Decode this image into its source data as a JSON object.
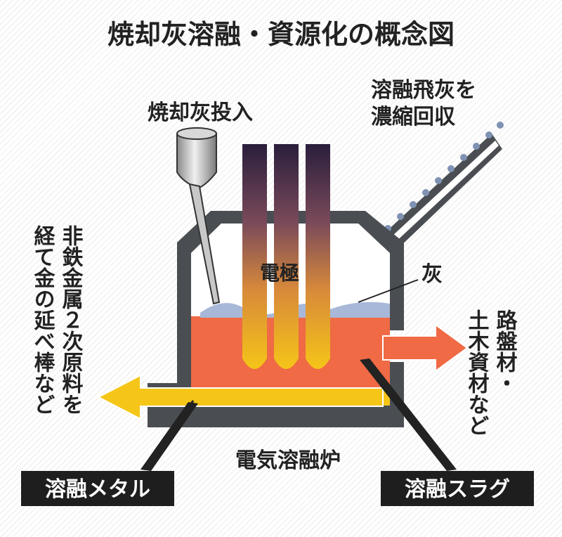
{
  "title": "焼却灰溶融・資源化の概念図",
  "labels": {
    "input": "焼却灰投入",
    "fly_ash_line1": "溶融飛灰を",
    "fly_ash_line2": "濃縮回収",
    "electrode": "電極",
    "ash": "灰",
    "furnace": "電気溶融炉",
    "roadbed_line1": "路盤材・",
    "roadbed_line2": "土木資材など",
    "metal_line1": "非鉄金属２次原料を",
    "metal_line2": "経て金の延べ棒など",
    "molten_metal": "溶融メタル",
    "molten_slag": "溶融スラグ"
  },
  "colors": {
    "furnace": "#4a4e52",
    "slag": "#ef6a45",
    "metal": "#f5c518",
    "ash": "#a8b8d8",
    "electrode_top": "#2a1e3c",
    "electrode_bottom": "#f5c518",
    "plate": "#1e1e1e",
    "dots": "#7f92b4"
  }
}
